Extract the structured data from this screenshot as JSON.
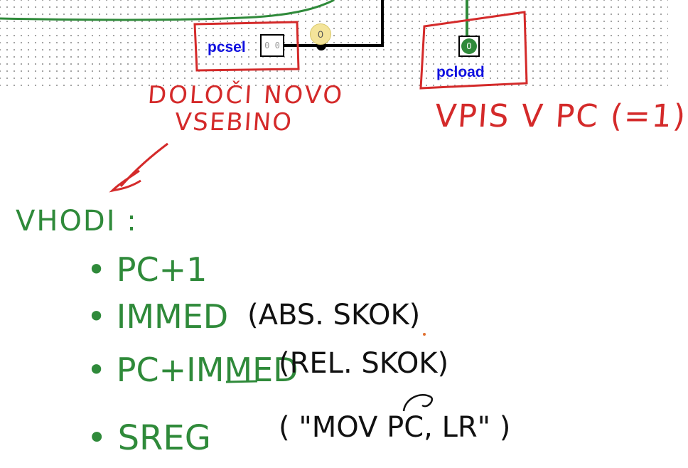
{
  "colors": {
    "wire": "#000000",
    "green": "#2f8a3a",
    "red": "#d42a2a",
    "pin_label": "#1010e0",
    "probe": "#f4e49a"
  },
  "circuit": {
    "pcsel": {
      "label": "pcsel",
      "value": "0 0"
    },
    "probe_value": "0",
    "pcload": {
      "label": "pcload",
      "value": "0"
    }
  },
  "annotations": {
    "pcsel_note_line1": "DOLOČI NOVO",
    "pcsel_note_line2": "VSEBINO",
    "pcload_note": "VPIS V PC (=1)",
    "inputs_heading": "VHODI :",
    "inputs": [
      {
        "bullet": "•",
        "name": "PC+1",
        "note": ""
      },
      {
        "bullet": "•",
        "name": "IMMED",
        "note": "(ABS. SKOK)"
      },
      {
        "bullet": "•",
        "name": "PC+IMMED",
        "note": "(REL. SKOK)"
      },
      {
        "bullet": "•",
        "name": "SREG",
        "note": "( \"MOV PC, LR\" )"
      }
    ]
  }
}
